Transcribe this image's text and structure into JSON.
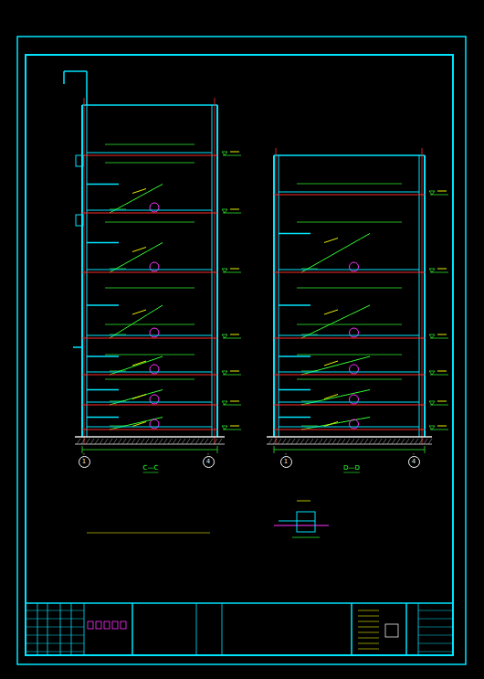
{
  "diagram": {
    "nodes": [
      {
        "text": [
          "1"
        ]
      },
      {
        "text": [
          "4"
        ]
      },
      {
        "text": [
          "1"
        ]
      },
      {
        "text": [
          "4"
        ]
      }
    ],
    "labels": [
      "C—C",
      "D—D"
    ]
  }
}
